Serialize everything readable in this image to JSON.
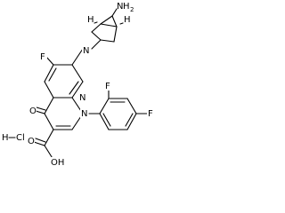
{
  "structure": {
    "labels": {
      "nh2_n": "N",
      "nh2_h": "H",
      "nh2_sub": "2",
      "f_top": "F",
      "f_ortho": "F",
      "f_para": "F",
      "ring_n_top": "N",
      "ring_n_pyr": "N",
      "ring_n_main": "N",
      "o_keto": "O",
      "o_acid": "O",
      "oh": "OH",
      "salt_h": "H",
      "salt_cl": "Cl",
      "h_stereo_left": "H",
      "h_stereo_right": "H"
    }
  }
}
